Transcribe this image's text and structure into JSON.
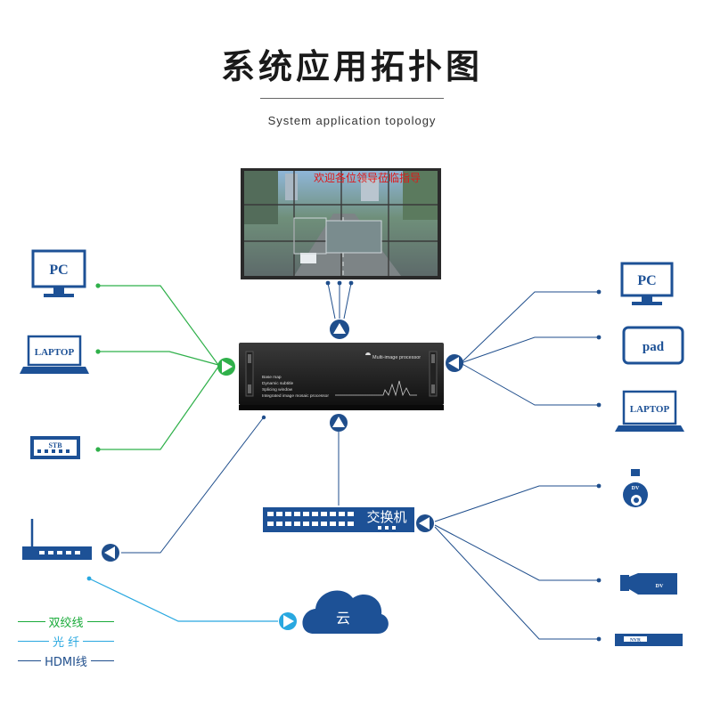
{
  "title": "系统应用拓扑图",
  "subtitle": "System application topology",
  "video_wall": {
    "scroll_text": "欢迎各位领导莅临指导"
  },
  "processor": {
    "brand_text": "Multi-image processor",
    "features": [
      "Base map",
      "Dynamic subtitle",
      "Splicing window",
      "Integrated image mosaic processor"
    ]
  },
  "left_devices": {
    "pc": "PC",
    "laptop": "LAPTOP",
    "stb": "STB"
  },
  "right_devices": {
    "pc": "PC",
    "pad": "pad",
    "laptop": "LAPTOP",
    "dome_camera": "DV",
    "box_camera": "DV",
    "nvr": "NVR"
  },
  "switch": {
    "label": "交换机"
  },
  "cloud": {
    "label": "云"
  },
  "legend": [
    {
      "label": "双绞线",
      "color": "#1aab3a"
    },
    {
      "label": "光  纤",
      "color": "#29a8e0"
    },
    {
      "label": "HDMI线",
      "color": "#1f4e8c"
    }
  ],
  "colors": {
    "green_line": "#2fb04a",
    "light_blue_line": "#29a8e0",
    "navy_line": "#1f4e8c",
    "device_blue": "#1d5196"
  }
}
